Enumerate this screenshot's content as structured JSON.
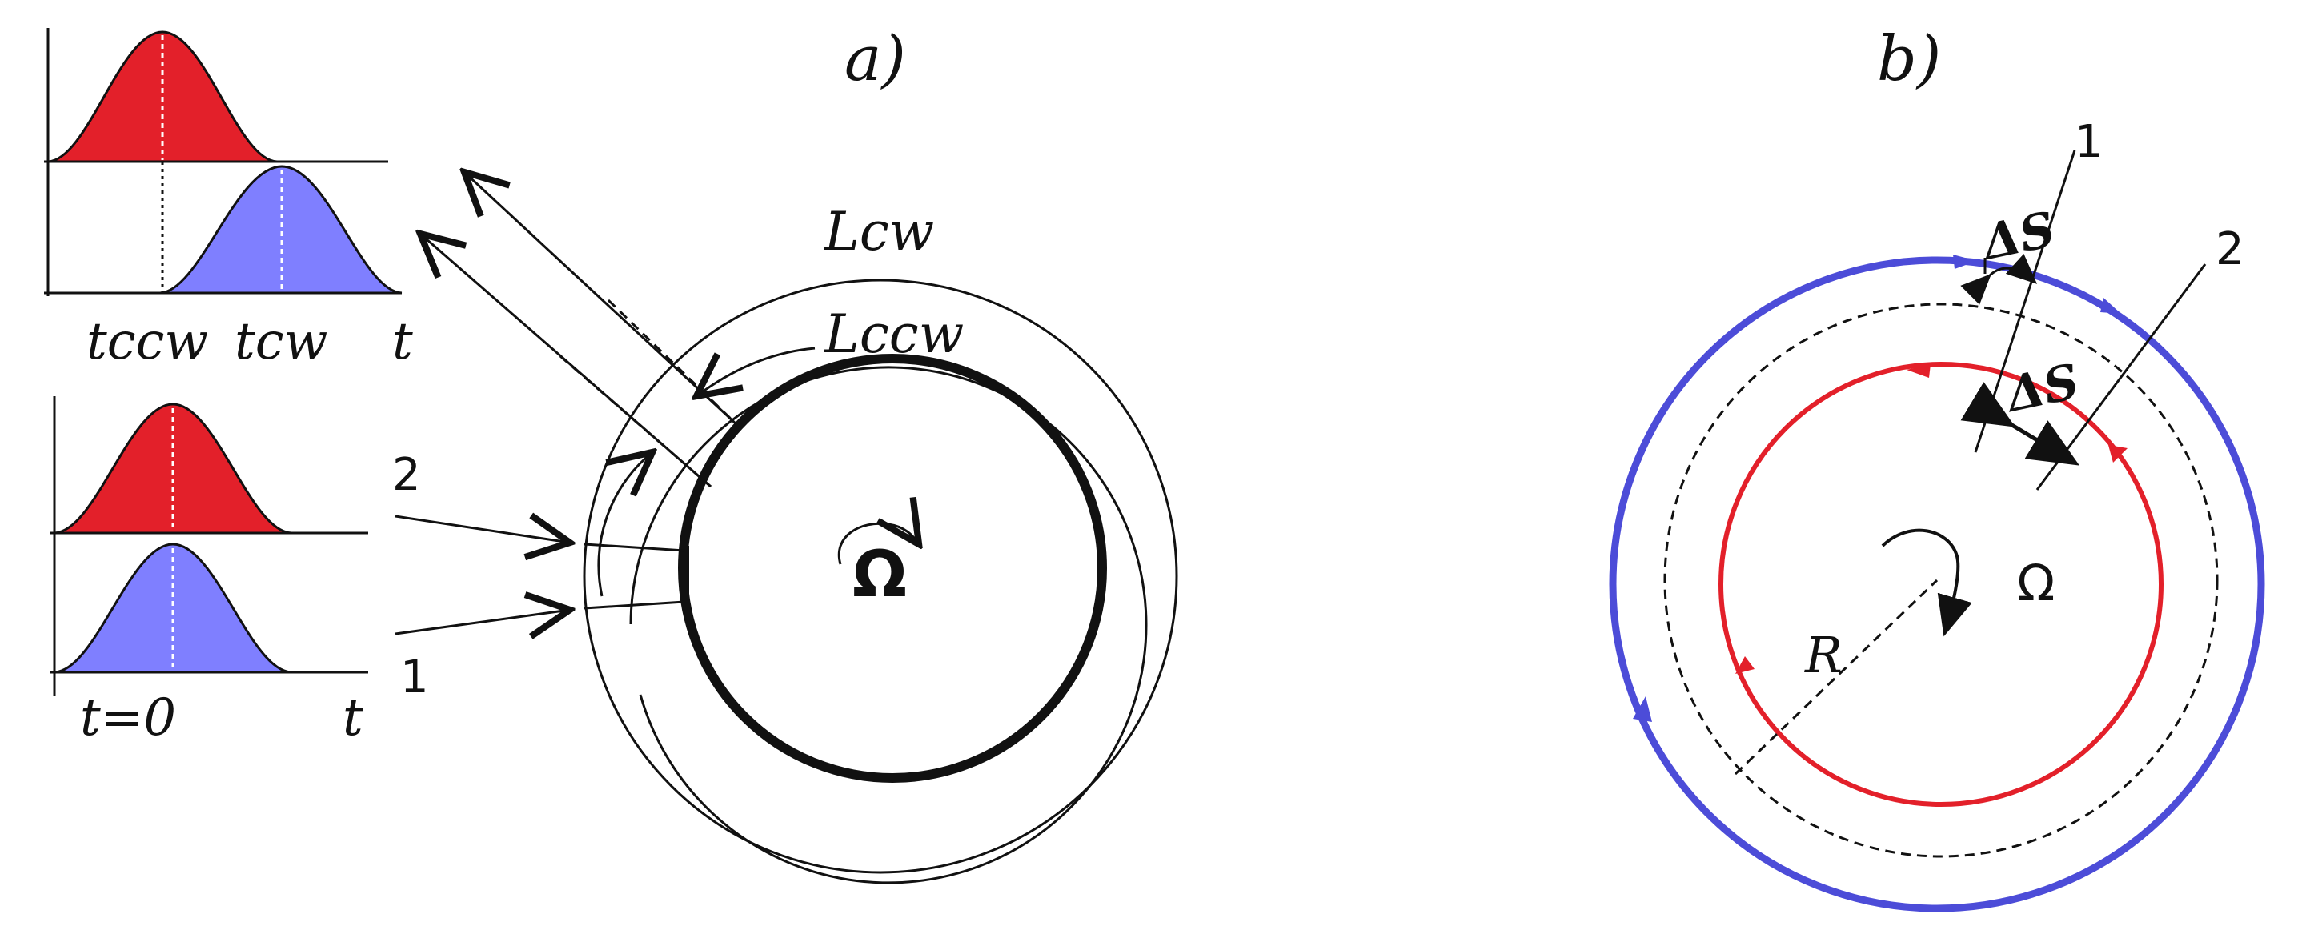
{
  "panels": {
    "a": {
      "label": "a)",
      "pulse_top": {
        "tccw": "tccw",
        "tcw": "tcw",
        "t": "t"
      },
      "pulse_bottom": {
        "t0": "t=0",
        "t": "t"
      },
      "ports": {
        "p1": "1",
        "p2": "2"
      },
      "path_labels": {
        "lcw": "Lcw",
        "lccw": "Lccw"
      },
      "omega": "Ω"
    },
    "b": {
      "label": "b)",
      "ports": {
        "p1": "1",
        "p2": "2"
      },
      "delta_s_top": "ΔS",
      "delta_s_bottom": "ΔS",
      "radius": "R",
      "omega": "Ω"
    }
  },
  "colors": {
    "red": "#e3202a",
    "blue": "#7f7fff",
    "blue_path": "#4c4cd8",
    "ink": "#111111"
  }
}
